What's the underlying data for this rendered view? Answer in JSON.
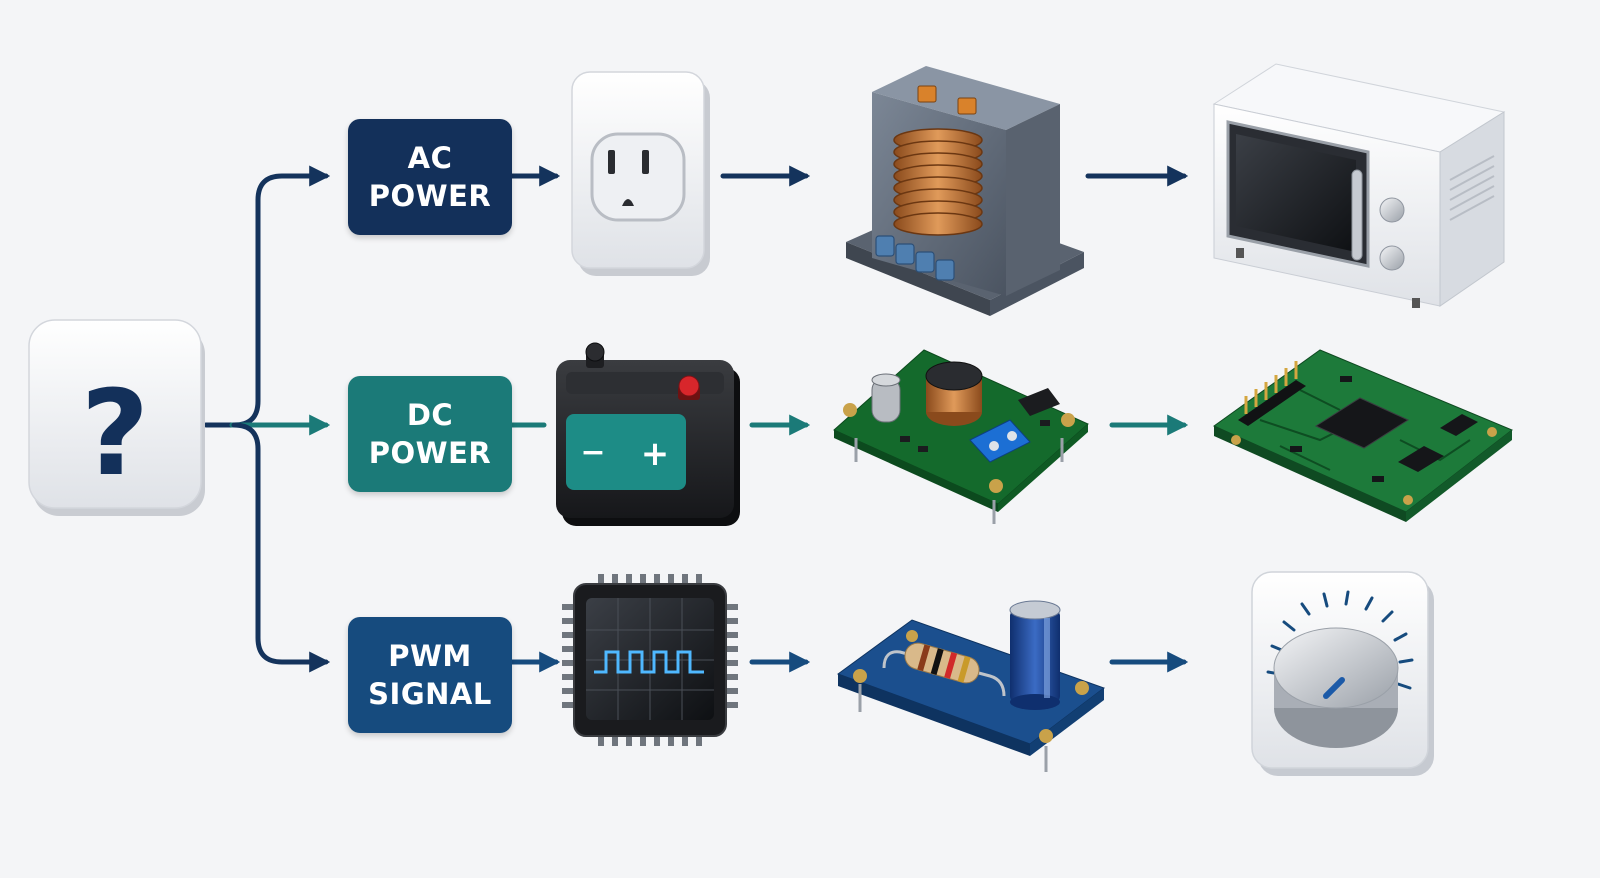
{
  "colors": {
    "background": "#f4f5f7",
    "ac": "#13305a",
    "dc": "#1b7a78",
    "pwm": "#164b7e",
    "connector": "#14335c"
  },
  "root": {
    "glyph": "?",
    "icon": "question-mark-icon"
  },
  "branches": [
    {
      "id": "ac",
      "label_line1": "AC",
      "label_line2": "POWER",
      "items": [
        "wall-outlet-icon",
        "transformer-icon",
        "microwave-icon"
      ]
    },
    {
      "id": "dc",
      "label_line1": "DC",
      "label_line2": "POWER",
      "battery_minus": "−",
      "battery_plus": "+",
      "items": [
        "battery-icon",
        "dc-regulator-board-icon",
        "microcontroller-board-icon"
      ]
    },
    {
      "id": "pwm",
      "label_line1": "PWM",
      "label_line2": "SIGNAL",
      "items": [
        "pwm-chip-icon",
        "rc-filter-board-icon",
        "dimmer-knob-icon"
      ]
    }
  ]
}
